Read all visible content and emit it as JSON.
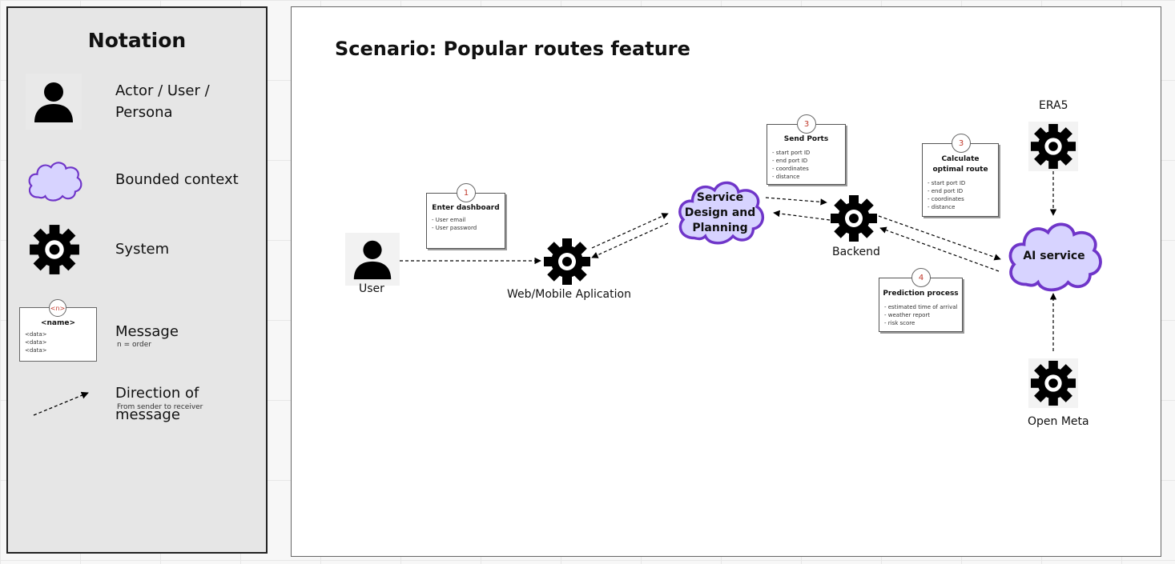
{
  "notation": {
    "title": "Notation",
    "items": [
      {
        "label": "Actor / User /\nPersona",
        "icon": "person-icon"
      },
      {
        "label": "Bounded context",
        "icon": "cloud-icon"
      },
      {
        "label": "System",
        "icon": "gear-icon"
      },
      {
        "label": "Message",
        "sub": "n = order",
        "icon": "message-icon"
      },
      {
        "label": "Direction of message",
        "sub": "From sender to receiver",
        "icon": "dashed-arrow-icon"
      }
    ],
    "message_sample": {
      "number": "<n>",
      "title": "<name>",
      "data": [
        "<data>",
        "<data>",
        "<data>"
      ]
    }
  },
  "diagram": {
    "title": "Scenario: Popular routes feature",
    "nodes": {
      "user": "User",
      "web_app": "Web/Mobile Aplication",
      "service_design": "Service\nDesign and\nPlanning",
      "backend": "Backend",
      "ai_service": "AI service",
      "era5": "ERA5",
      "open_meta": "Open Meta"
    },
    "messages": [
      {
        "number": "1",
        "title": "Enter dashboard",
        "items": [
          "- User email",
          "- User password"
        ]
      },
      {
        "number": "3",
        "title": "Send Ports",
        "items": [
          "- start port ID",
          "- end port ID",
          "- coordinates",
          "- distance"
        ]
      },
      {
        "number": "3",
        "title": "Calculate optimal route",
        "items": [
          "- start port ID",
          "- end port ID",
          "- coordinates",
          "- distance"
        ]
      },
      {
        "number": "4",
        "title": "Prediction process",
        "items": [
          "- estimated time of arrival",
          "- weather report",
          "- risk score"
        ]
      }
    ]
  },
  "colors": {
    "cloud_fill": "#d7d3ff",
    "cloud_stroke": "#6f35c9",
    "order_number": "#c0392b"
  }
}
